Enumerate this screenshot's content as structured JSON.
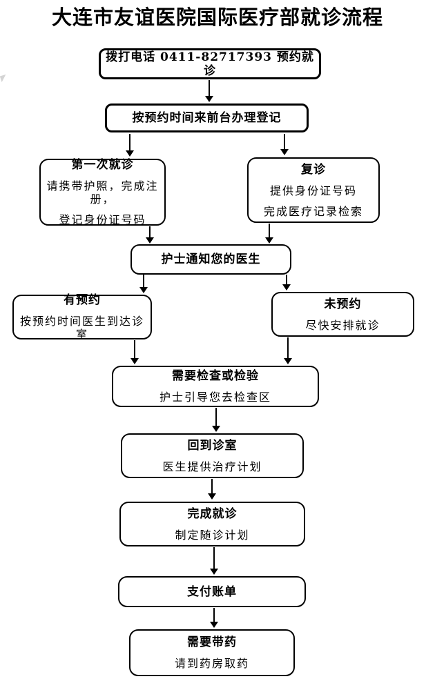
{
  "page_title": "大连市友谊医院国际医疗部就诊流程",
  "flowchart": {
    "nodes": {
      "call": {
        "title": "拨打电话 0411-82717393 预约就诊"
      },
      "front_desk": {
        "title": "按预约时间来前台办理登记"
      },
      "first_visit": {
        "title": "第一次就诊",
        "line1": "请携带护照，完成注册，",
        "line2": "登记身份证号码"
      },
      "return_visit": {
        "title": "复诊",
        "line1": "提供身份证号码",
        "line2": "完成医疗记录检索"
      },
      "nurse_notify": {
        "title": "护士通知您的医生"
      },
      "has_appointment": {
        "title": "有预约",
        "line1": "按预约时间医生到达诊室"
      },
      "no_appointment": {
        "title": "未预约",
        "line1": "尽快安排就诊"
      },
      "need_exam": {
        "title": "需要检查或检验",
        "line1": "护士引导您去检查区"
      },
      "back_to_room": {
        "title": "回到诊室",
        "line1": "医生提供治疗计划"
      },
      "finish_visit": {
        "title": "完成就诊",
        "line1": "制定随诊计划"
      },
      "pay_bill": {
        "title": "支付账单"
      },
      "take_medicine": {
        "title": "需要带药",
        "line1": "请到药房取药"
      }
    }
  },
  "colors": {
    "canvas_bg": "#ffffff",
    "box_border": "#000000",
    "box_fill": "#ffffff",
    "text": "#000000",
    "arrow": "#000000",
    "artifact": "#c9c9c9"
  }
}
